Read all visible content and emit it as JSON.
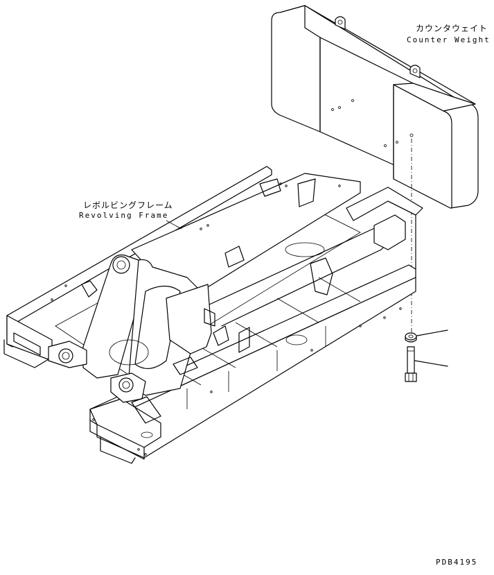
{
  "labels": {
    "counterweight_jp": "カウンタウェイト",
    "counterweight_en": "Counter Weight",
    "frame_jp": "レボルビングフレーム",
    "frame_en": "Revolving Frame",
    "drawing_code": "PDB4195"
  },
  "parts": [
    "counterweight",
    "revolving-frame",
    "washer",
    "bolt"
  ]
}
